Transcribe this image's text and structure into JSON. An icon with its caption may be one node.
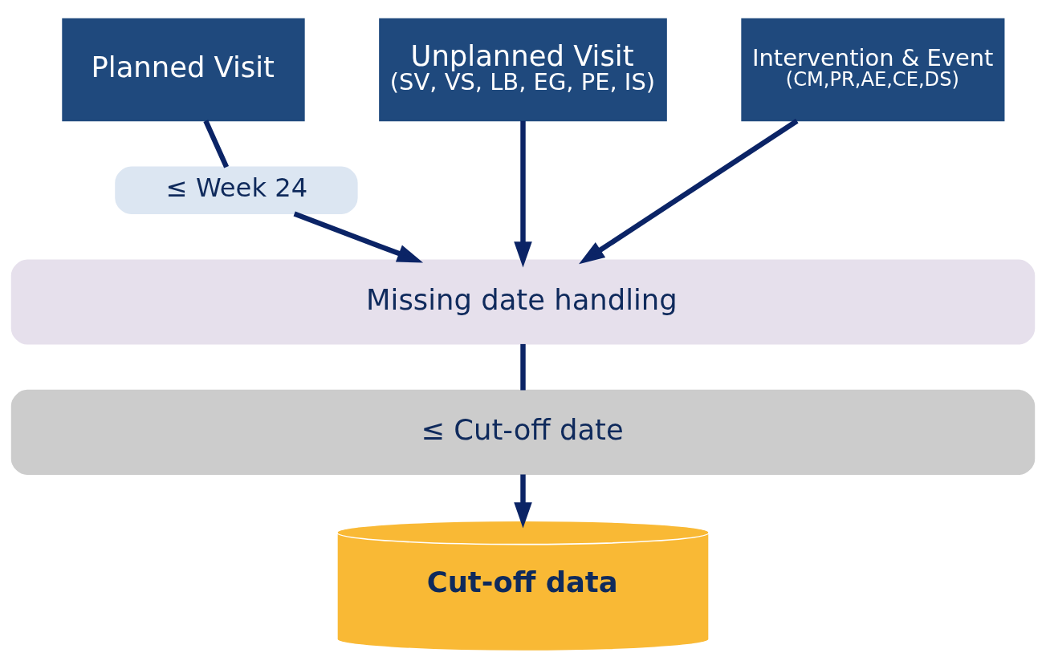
{
  "diagram": {
    "nodes": [
      {
        "text": [
          "Planned Visit"
        ]
      },
      {
        "text": [
          "Unplanned Visit",
          "(SV, VS, LB, EG, PE, IS)"
        ]
      },
      {
        "text": [
          "Intervention & Event",
          "(CM,PR,AE,CE,DS)"
        ]
      },
      {
        "text": [
          "≤ Week 24"
        ]
      },
      {
        "text": [
          "Missing date handling"
        ]
      },
      {
        "text": [
          "≤ Cut-off date"
        ]
      },
      {
        "text": [
          "Cut-off data"
        ]
      }
    ],
    "edges": [
      {
        "from": 0,
        "to": 3,
        "arrow": "none"
      },
      {
        "from": 3,
        "to": 4,
        "arrow": "to"
      },
      {
        "from": 1,
        "to": 4,
        "arrow": "to"
      },
      {
        "from": 2,
        "to": 4,
        "arrow": "to"
      },
      {
        "from": 4,
        "to": 5,
        "arrow": "none"
      },
      {
        "from": 5,
        "to": 6,
        "arrow": "to"
      }
    ]
  }
}
